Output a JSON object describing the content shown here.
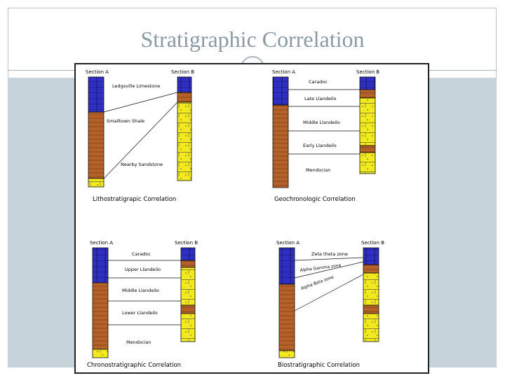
{
  "slide": {
    "title": "Stratigraphic Correlation"
  },
  "panels": [
    {
      "section_a": "Section A",
      "section_b": "Section B",
      "labels": [
        "Ledgsville Limestone",
        "Smalltown Shale",
        "Nearby Sandstone"
      ],
      "caption": "Lithostratigrapic Correlation"
    },
    {
      "section_a": "Section A",
      "section_b": "Section B",
      "labels": [
        "Caradoc",
        "Late Llandeilo",
        "Middle Llandeilo",
        "Early Llandeilo",
        "Mendocian"
      ],
      "caption": "Geochronologic Correlation"
    },
    {
      "section_a": "Section A",
      "section_b": "Section B",
      "labels": [
        "Caradoc",
        "Upper Llandeilo",
        "Middle Llandeilo",
        "Lower Llandeilo",
        "Mendocian"
      ],
      "caption": "Chronostratigraphic Correlation"
    },
    {
      "section_a": "Section A",
      "section_b": "Section B",
      "labels": [
        "Zeta theta zone",
        "Alpha Gamma zone",
        "Alpha Beta zone"
      ],
      "caption": "Biostratigraphic Correlation"
    }
  ],
  "colors": {
    "limestone": "#2f2fc4",
    "shale": "#b5612a",
    "sandstone": "#f3ea1e",
    "accent": "#8a9aa3"
  }
}
